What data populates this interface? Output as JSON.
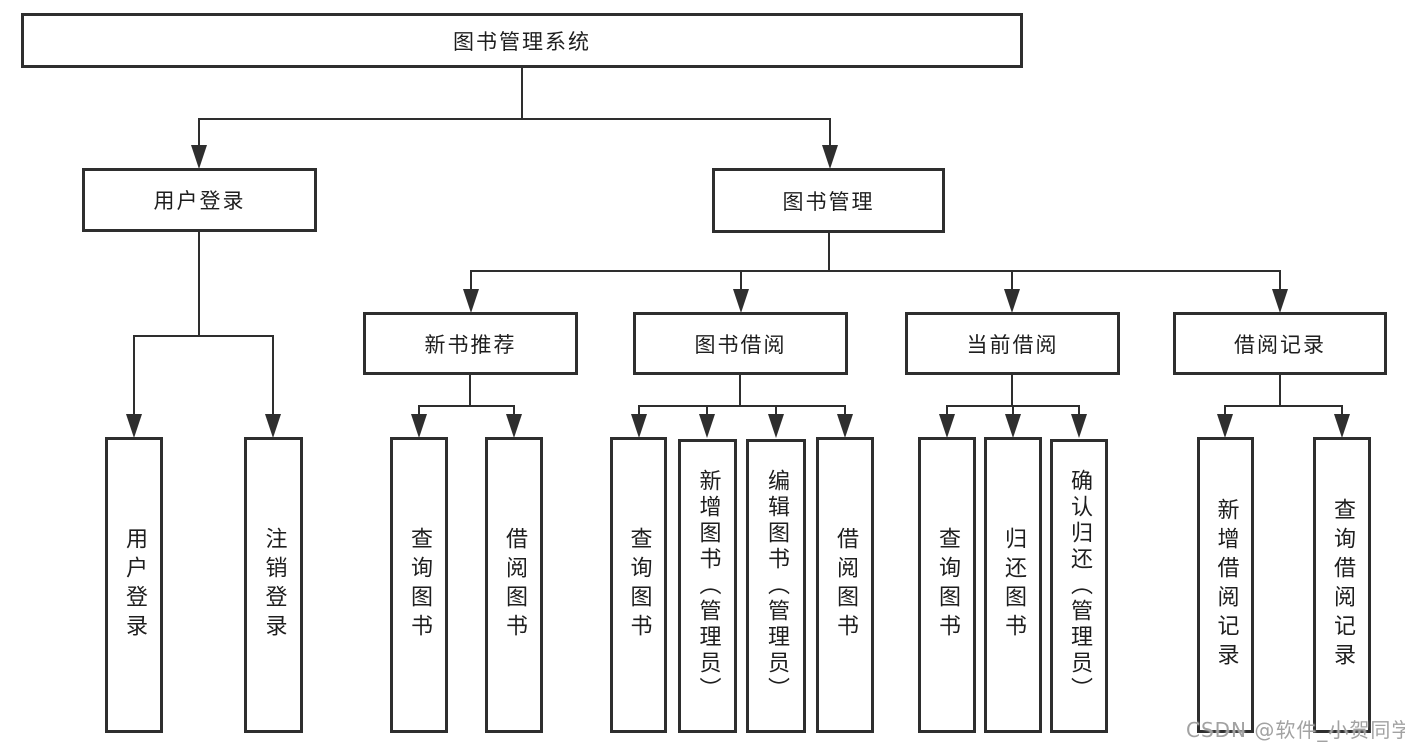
{
  "diagram": {
    "title": "图书管理系统",
    "nodes": {
      "root": "图书管理系统",
      "user_login": "用户登录",
      "book_mgmt": "图书管理",
      "new_book_rec": "新书推荐",
      "book_borrow": "图书借阅",
      "current_borrow": "当前借阅",
      "borrow_record": "借阅记录",
      "leaf_user_login": "用户登录",
      "leaf_logout": "注销登录",
      "leaf_nb_query_book": "查询图书",
      "leaf_nb_borrow_book": "借阅图书",
      "leaf_bb_query_book": "查询图书",
      "leaf_bb_add_book": "新增图书（管理员）",
      "leaf_bb_edit_book": "编辑图书（管理员）",
      "leaf_bb_borrow_book": "借阅图书",
      "leaf_cb_query_book": "查询图书",
      "leaf_cb_return_book": "归还图书",
      "leaf_cb_confirm_return": "确认归还（管理员）",
      "leaf_rec_add_record": "新增借阅记录",
      "leaf_rec_query_record": "查询借阅记录"
    },
    "hierarchy": {
      "图书管理系统": {
        "用户登录": [
          "用户登录",
          "注销登录"
        ],
        "图书管理": {
          "新书推荐": [
            "查询图书",
            "借阅图书"
          ],
          "图书借阅": [
            "查询图书",
            "新增图书（管理员）",
            "编辑图书（管理员）",
            "借阅图书"
          ],
          "当前借阅": [
            "查询图书",
            "归还图书",
            "确认归还（管理员）"
          ],
          "借阅记录": [
            "新增借阅记录",
            "查询借阅记录"
          ]
        }
      }
    },
    "colors": {
      "line": "#2e2e2e",
      "text": "#1e1e1e",
      "background": "#ffffff",
      "watermark": "#a2a2a2"
    }
  },
  "watermark": "CSDN @软件_小贺同学"
}
